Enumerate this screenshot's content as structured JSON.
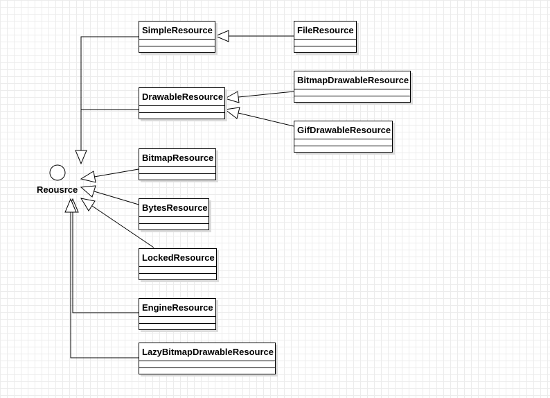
{
  "interface": {
    "label": "Reousrce"
  },
  "classes": {
    "simple": "SimpleResource",
    "file": "FileResource",
    "drawable": "DrawableResource",
    "bitmap_drawable": "BitmapDrawableResource",
    "gif_drawable": "GifDrawableResource",
    "bitmap": "BitmapResource",
    "bytes": "BytesResource",
    "locked": "LockedResource",
    "engine": "EngineResource",
    "lazy_bitmap_drawable": "LazyBitmapDrawableResource"
  },
  "relations": [
    {
      "from": "file",
      "to": "simple",
      "type": "inheritance"
    },
    {
      "from": "bitmap_drawable",
      "to": "drawable",
      "type": "inheritance"
    },
    {
      "from": "gif_drawable",
      "to": "drawable",
      "type": "inheritance"
    },
    {
      "from": "simple",
      "to": "interface",
      "type": "realization"
    },
    {
      "from": "drawable",
      "to": "interface",
      "type": "realization"
    },
    {
      "from": "bitmap",
      "to": "interface",
      "type": "realization"
    },
    {
      "from": "bytes",
      "to": "interface",
      "type": "realization"
    },
    {
      "from": "locked",
      "to": "interface",
      "type": "realization"
    },
    {
      "from": "engine",
      "to": "interface",
      "type": "realization"
    },
    {
      "from": "lazy_bitmap_drawable",
      "to": "interface",
      "type": "realization"
    }
  ]
}
